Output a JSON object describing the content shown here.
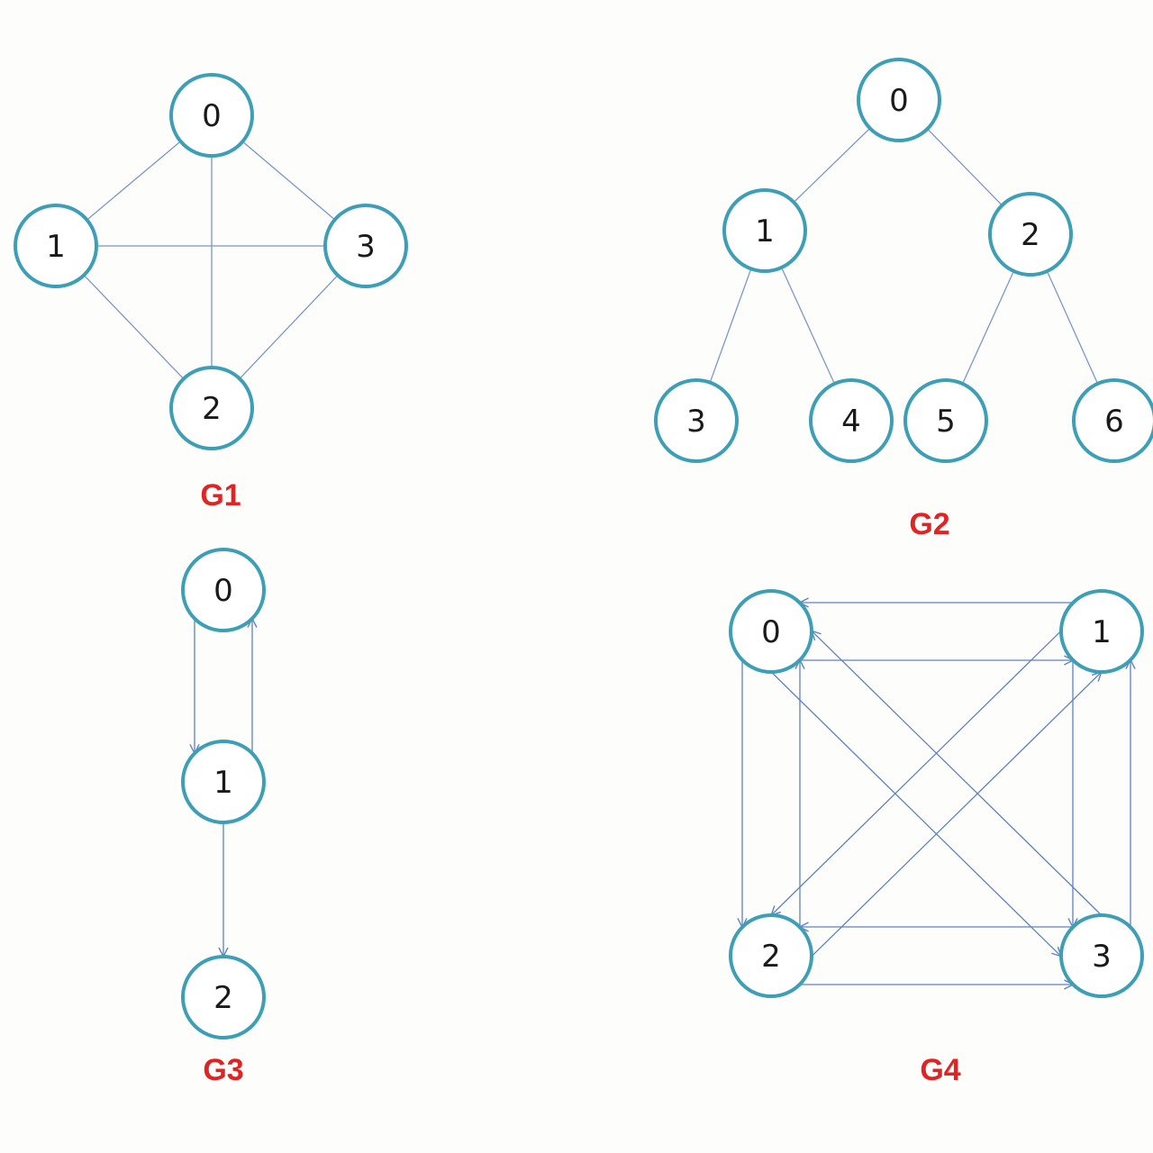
{
  "colors": {
    "node_stroke": "#3d9fb5",
    "edge": "#7b97c9",
    "arrow": "#5f82c0",
    "title": "#e02424"
  },
  "graphs": [
    {
      "id": "g1",
      "title": "G1",
      "directed": false,
      "nodes": [
        "0",
        "1",
        "2",
        "3"
      ],
      "edges": [
        [
          "0",
          "1"
        ],
        [
          "0",
          "2"
        ],
        [
          "0",
          "3"
        ],
        [
          "1",
          "2"
        ],
        [
          "1",
          "3"
        ],
        [
          "2",
          "3"
        ]
      ]
    },
    {
      "id": "g2",
      "title": "G2",
      "directed": false,
      "nodes": [
        "0",
        "1",
        "2",
        "3",
        "4",
        "5",
        "6"
      ],
      "edges": [
        [
          "0",
          "1"
        ],
        [
          "0",
          "2"
        ],
        [
          "1",
          "3"
        ],
        [
          "1",
          "4"
        ],
        [
          "2",
          "5"
        ],
        [
          "2",
          "6"
        ]
      ]
    },
    {
      "id": "g3",
      "title": "G3",
      "directed": true,
      "nodes": [
        "0",
        "1",
        "2"
      ],
      "edges": [
        [
          "0",
          "1"
        ],
        [
          "1",
          "0"
        ],
        [
          "1",
          "2"
        ]
      ]
    },
    {
      "id": "g4",
      "title": "G4",
      "directed": true,
      "nodes": [
        "0",
        "1",
        "2",
        "3"
      ],
      "edges": [
        [
          "0",
          "1"
        ],
        [
          "1",
          "0"
        ],
        [
          "0",
          "2"
        ],
        [
          "2",
          "0"
        ],
        [
          "0",
          "3"
        ],
        [
          "3",
          "0"
        ],
        [
          "1",
          "2"
        ],
        [
          "2",
          "1"
        ],
        [
          "1",
          "3"
        ],
        [
          "3",
          "1"
        ],
        [
          "2",
          "3"
        ],
        [
          "3",
          "2"
        ]
      ]
    }
  ]
}
